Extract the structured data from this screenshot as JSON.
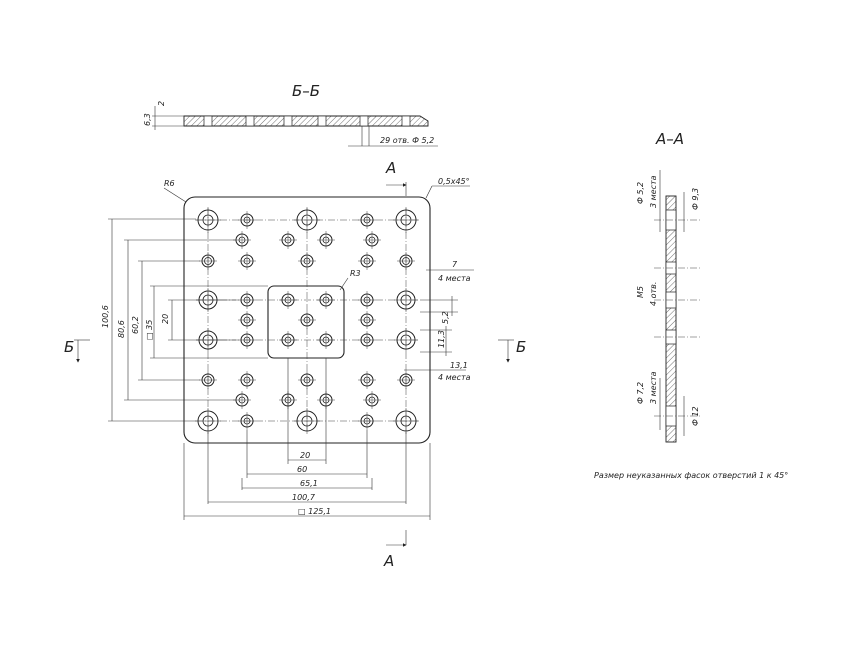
{
  "views": {
    "section_bb": {
      "title": "Б–Б",
      "thickness_label": "6,3",
      "top_label": "2",
      "holes_note": "29 отв. Ф 5,2"
    },
    "section_aa": {
      "title": "А–А",
      "labels": {
        "d52": "Ф 5,2",
        "d52_note": "3 места",
        "d93": "Ф 9,3",
        "m5": "М5",
        "m5_note": "4 отв.",
        "d72": "Ф 7,2",
        "d72_note": "3 места",
        "d12": "Ф 12"
      }
    },
    "plan": {
      "cut_a_label": "А",
      "cut_b_label": "Б",
      "chamfer": "0,5х45°",
      "corner_radius": "R6",
      "pocket_radius": "R3",
      "dim_7": "7",
      "dim_7_note": "4 места",
      "dim_52": "5,2",
      "dim_113": "11,3",
      "dim_131": "13,1",
      "dim_131_note": "4 места",
      "left_dims": [
        "100,6",
        "80,6",
        "60,2",
        "□ 35",
        "20"
      ],
      "bottom_dims": [
        "20",
        "60",
        "65,1",
        "100,7",
        "□ 125,1"
      ]
    }
  },
  "note": "Размер неуказанных фасок отверстий 1 к 45°"
}
